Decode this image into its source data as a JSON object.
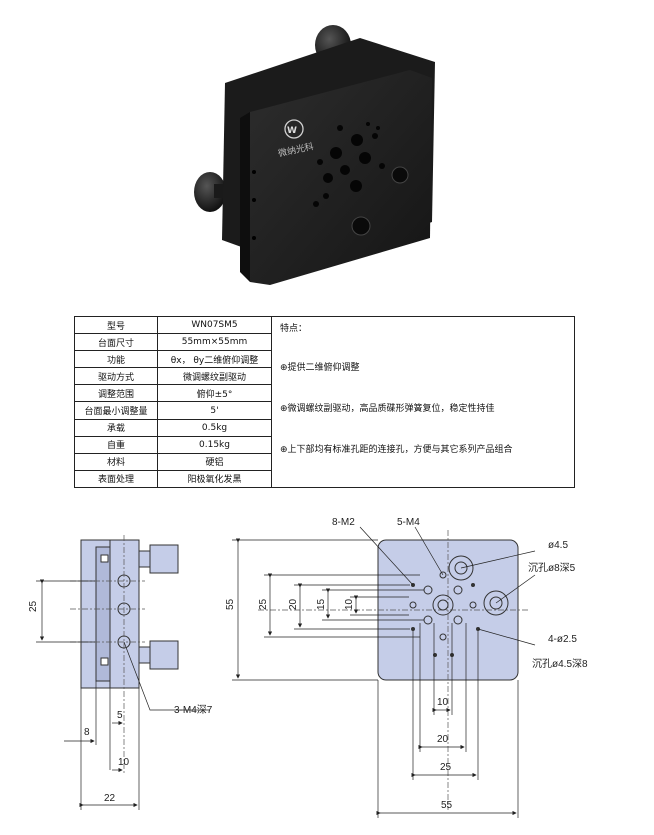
{
  "spec_table": {
    "rows": [
      {
        "label": "型号",
        "value": "WN07SM5"
      },
      {
        "label": "台面尺寸",
        "value": "55mm×55mm"
      },
      {
        "label": "功能",
        "value": "θx， θy二维俯仰调整"
      },
      {
        "label": "驱动方式",
        "value": "微调螺纹副驱动"
      },
      {
        "label": "调整范围",
        "value": "俯仰±5°"
      },
      {
        "label": "台面最小调整量",
        "value": "5'"
      },
      {
        "label": "承载",
        "value": "0.5kg"
      },
      {
        "label": "自重",
        "value": "0.15kg"
      },
      {
        "label": "材料",
        "value": "硬铝"
      },
      {
        "label": "表面处理",
        "value": "阳极氧化发黑"
      }
    ],
    "features_title": "特点：",
    "features": [
      "⊕提供二维俯仰调整",
      "⊕微调螺纹副驱动，高品质碟形弹簧复位，稳定性持佳",
      "⊕上下部均有标准孔距的连接孔，方便与其它系列产品组合"
    ]
  },
  "drawing": {
    "side": {
      "h25": "25",
      "d5": "5",
      "d8": "8",
      "d10": "10",
      "d22": "22",
      "callout_m4": "3-M4深7"
    },
    "front": {
      "h55": "55",
      "h25": "25",
      "h20": "20",
      "h15": "15",
      "h10": "10",
      "w10": "10",
      "w20": "20",
      "w25": "25",
      "w55": "55",
      "c_8m2": "8-M2",
      "c_5m4": "5-M4",
      "c_d45": "ø4.5",
      "c_sink8": "沉孔ø8深5",
      "c_4d25": "4-ø2.5",
      "c_sink45": "沉孔ø4.5深8"
    }
  },
  "logo_text": "微纳光科"
}
